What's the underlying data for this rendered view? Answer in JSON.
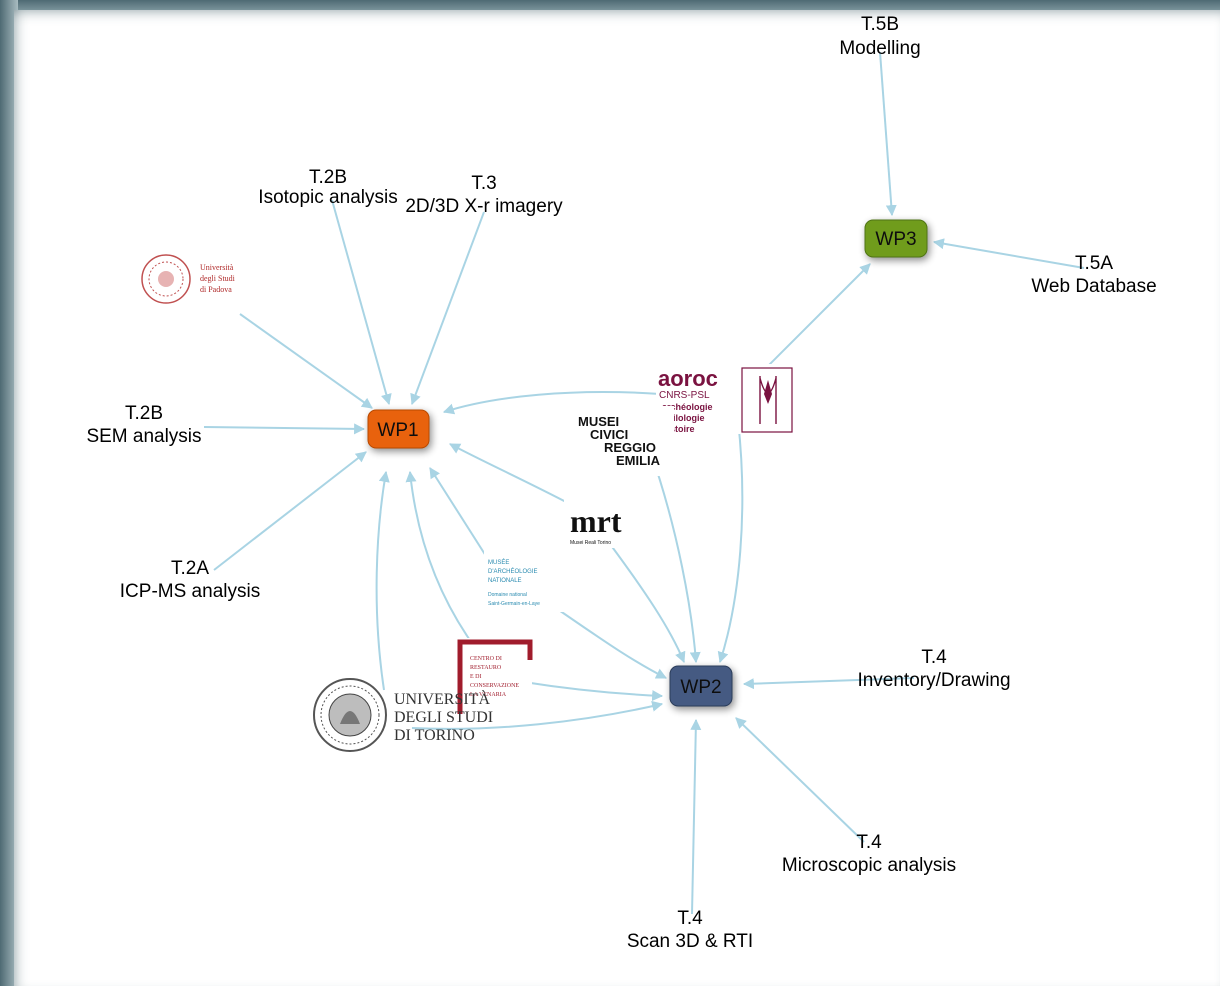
{
  "nodes": {
    "wp1": {
      "label": "WP1",
      "color": "#e8620a"
    },
    "wp2": {
      "label": "WP2",
      "color": "#445a82"
    },
    "wp3": {
      "label": "WP3",
      "color": "#6f9c1e"
    }
  },
  "tasks": {
    "t5b": {
      "code": "T.5B",
      "name": "Modelling"
    },
    "t5a": {
      "code": "T.5A",
      "name": "Web Database"
    },
    "t2b_iso": {
      "code": "T.2B",
      "name": "Isotopic analysis"
    },
    "t3": {
      "code": "T.3",
      "name": "2D/3D X-r imagery"
    },
    "t2b_sem": {
      "code": "T.2B",
      "name": "SEM analysis"
    },
    "t2a": {
      "code": "T.2A",
      "name": "ICP-MS analysis"
    },
    "t4_inv": {
      "code": "T.4",
      "name": "Inventory/Drawing"
    },
    "t4_micro": {
      "code": "T.4",
      "name": "Microscopic analysis"
    },
    "t4_scan": {
      "code": "T.4",
      "name": "Scan 3D & RTI"
    }
  },
  "logos": {
    "padova": {
      "lines": [
        "Università",
        "degli Studi",
        "di Padova"
      ],
      "color": "#b02a2a"
    },
    "aoroc": {
      "title": "aoroc",
      "subtitle": "CNRS-PSL",
      "lines": [
        "archéologie",
        "philologie",
        "histoire"
      ],
      "color": "#7a1240"
    },
    "musei": {
      "lines": [
        "MUSEI",
        "CIVICI",
        "REGGIO",
        "EMILIA"
      ]
    },
    "mrt": {
      "title": "mrt",
      "subtitle": "Musei Reali Torino"
    },
    "man": {
      "lines": [
        "MUSÉE",
        "D'ARCHÉOLOGIE",
        "NATIONALE",
        "Domaine national",
        "Saint-Germain-en-Laye"
      ],
      "color": "#2a8bb0"
    },
    "ccr": {
      "lines": [
        "CENTRO DI",
        "RESTAURO",
        "E DI",
        "CONSERVAZIONE",
        "LA VENARIA"
      ],
      "color": "#a01c2c"
    },
    "torino": {
      "lines": [
        "UNIVERSITÀ",
        "DEGLI STUDI",
        "DI TORINO"
      ]
    }
  }
}
